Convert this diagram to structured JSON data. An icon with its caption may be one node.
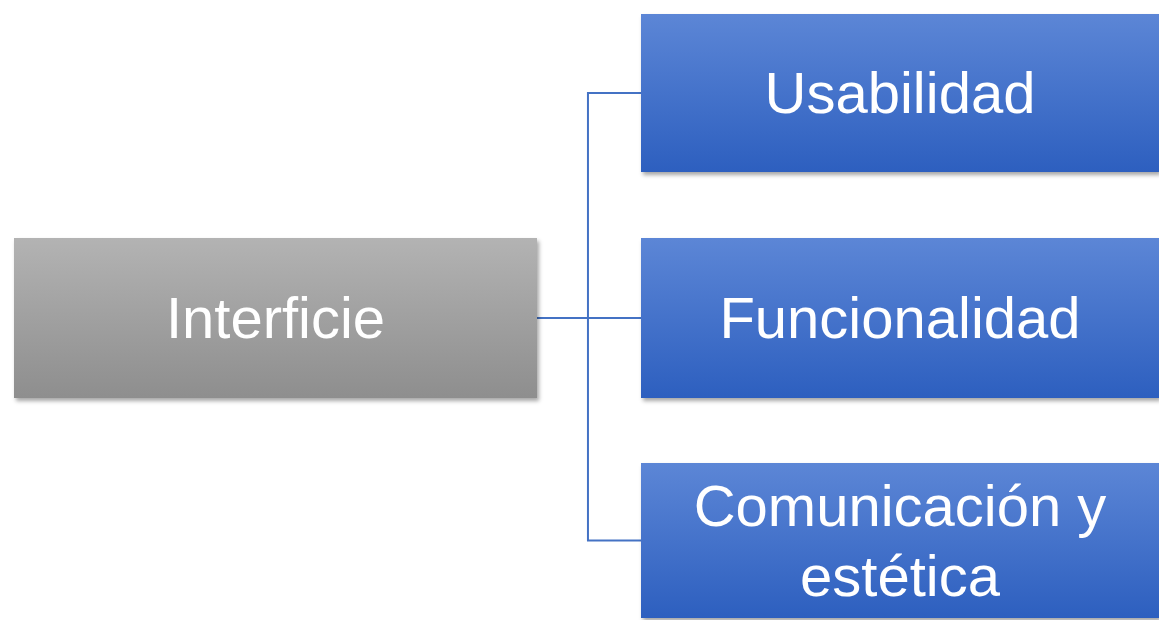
{
  "diagram": {
    "nodes": [
      {
        "text": [
          "Interficie"
        ]
      },
      {
        "text": [
          "Usabilidad"
        ]
      },
      {
        "text": [
          "Funcionalidad"
        ]
      },
      {
        "text": [
          "Comunicación y estética"
        ]
      }
    ],
    "edges": [
      {
        "from": 0,
        "to": 1,
        "arrow": "none"
      },
      {
        "from": 0,
        "to": 2,
        "arrow": "none"
      },
      {
        "from": 0,
        "to": 3,
        "arrow": "none"
      }
    ]
  }
}
